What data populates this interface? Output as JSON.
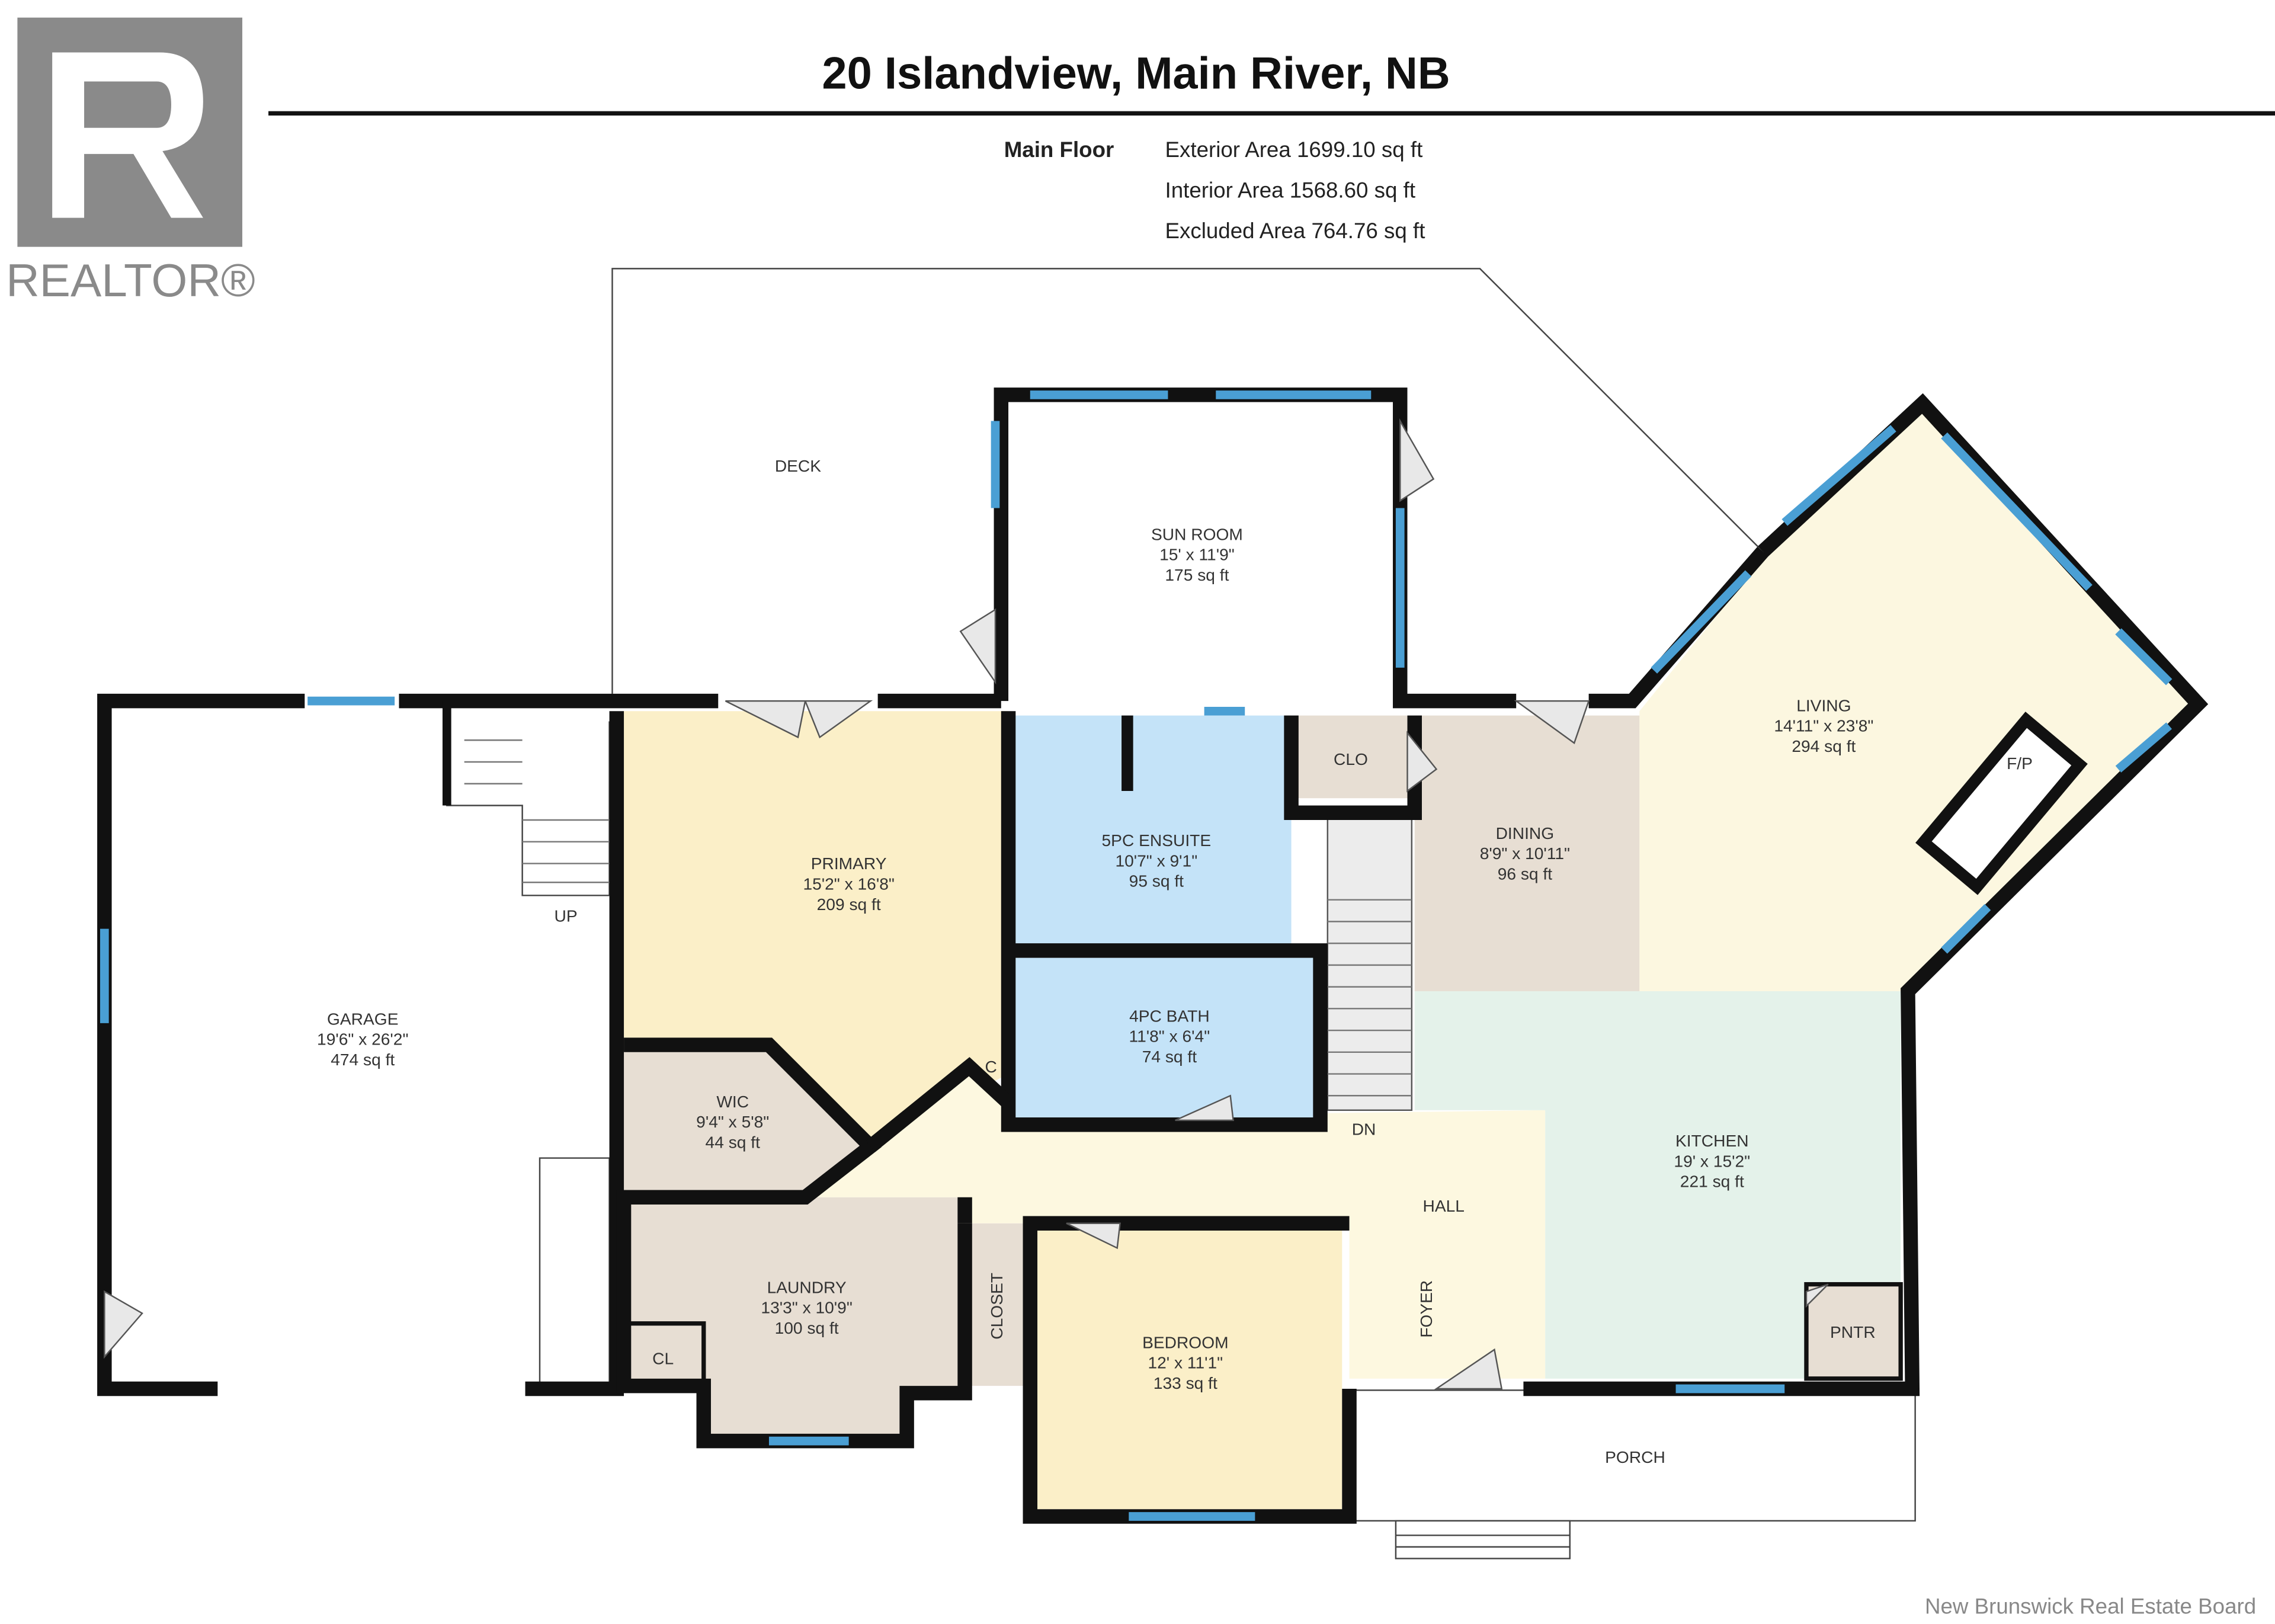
{
  "header": {
    "title": "20 Islandview, Main River, NB",
    "floor_label": "Main Floor",
    "areas": [
      "Exterior Area 1699.10 sq ft",
      "Interior Area 1568.60 sq ft",
      "Excluded Area 764.76 sq ft"
    ]
  },
  "logo": {
    "text": "REALTOR®"
  },
  "footer": {
    "credit": "New Brunswick Real Estate Board"
  },
  "colors": {
    "bedroom": "#fbefc8",
    "bath": "#c4e3f8",
    "utility": "#e7ded3",
    "hall": "#fdf8e0",
    "kitchen": "#e4f2ea",
    "wall": "#111111",
    "window": "#4a9fd4"
  },
  "rooms": {
    "garage": {
      "name": "GARAGE",
      "dims": "19'6\" x 26'2\"",
      "area": "474 sq ft"
    },
    "primary": {
      "name": "PRIMARY",
      "dims": "15'2\" x 16'8\"",
      "area": "209 sq ft"
    },
    "ensuite": {
      "name": "5PC ENSUITE",
      "dims": "10'7\" x 9'1\"",
      "area": "95 sq ft"
    },
    "bath": {
      "name": "4PC BATH",
      "dims": "11'8\" x 6'4\"",
      "area": "74 sq ft"
    },
    "sunroom": {
      "name": "SUN ROOM",
      "dims": "15' x 11'9\"",
      "area": "175 sq ft"
    },
    "dining": {
      "name": "DINING",
      "dims": "8'9\" x 10'11\"",
      "area": "96 sq ft"
    },
    "living": {
      "name": "LIVING",
      "dims": "14'11\" x 23'8\"",
      "area": "294 sq ft"
    },
    "kitchen": {
      "name": "KITCHEN",
      "dims": "19' x 15'2\"",
      "area": "221 sq ft"
    },
    "wic": {
      "name": "WIC",
      "dims": "9'4\" x 5'8\"",
      "area": "44 sq ft"
    },
    "laundry": {
      "name": "LAUNDRY",
      "dims": "13'3\" x 10'9\"",
      "area": "100 sq ft"
    },
    "bedroom": {
      "name": "BEDROOM",
      "dims": "12' x 11'1\"",
      "area": "133 sq ft"
    }
  },
  "labels": {
    "deck": "DECK",
    "up": "UP",
    "dn": "DN",
    "hall": "HALL",
    "foyer": "FOYER",
    "porch": "PORCH",
    "clo": "CLO",
    "c": "C",
    "cl": "CL",
    "closet": "CLOSET",
    "pntr": "PNTR",
    "fp": "F/P"
  }
}
